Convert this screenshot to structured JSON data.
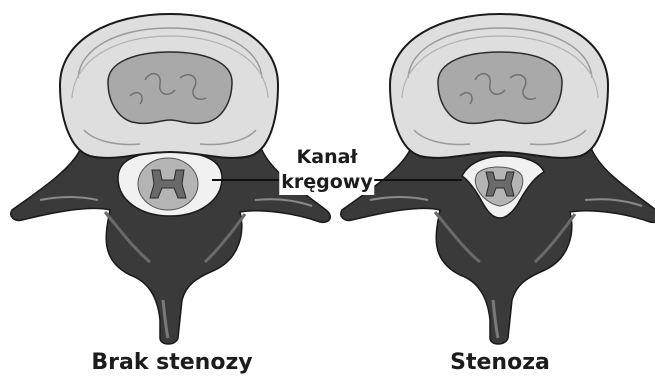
{
  "diagram": {
    "panels": [
      {
        "caption": "Brak stenozy",
        "state": "normal"
      },
      {
        "caption": "Stenoza",
        "state": "stenosis"
      }
    ],
    "callout": {
      "line1": "Kanał",
      "line2": "kręgowy"
    }
  },
  "colors": {
    "background": "#ffffff",
    "disc_outer": "#dedede",
    "disc_inner": "#a9a9a9",
    "bone": "#3a3a3a",
    "bone_highlight": "#7a7a7a",
    "canal": "#f1f1f1",
    "cord": "#b4b4b4",
    "text": "#1c1c1c"
  },
  "icons": [
    "vertebra-normal-illustration",
    "vertebra-stenosis-illustration"
  ]
}
